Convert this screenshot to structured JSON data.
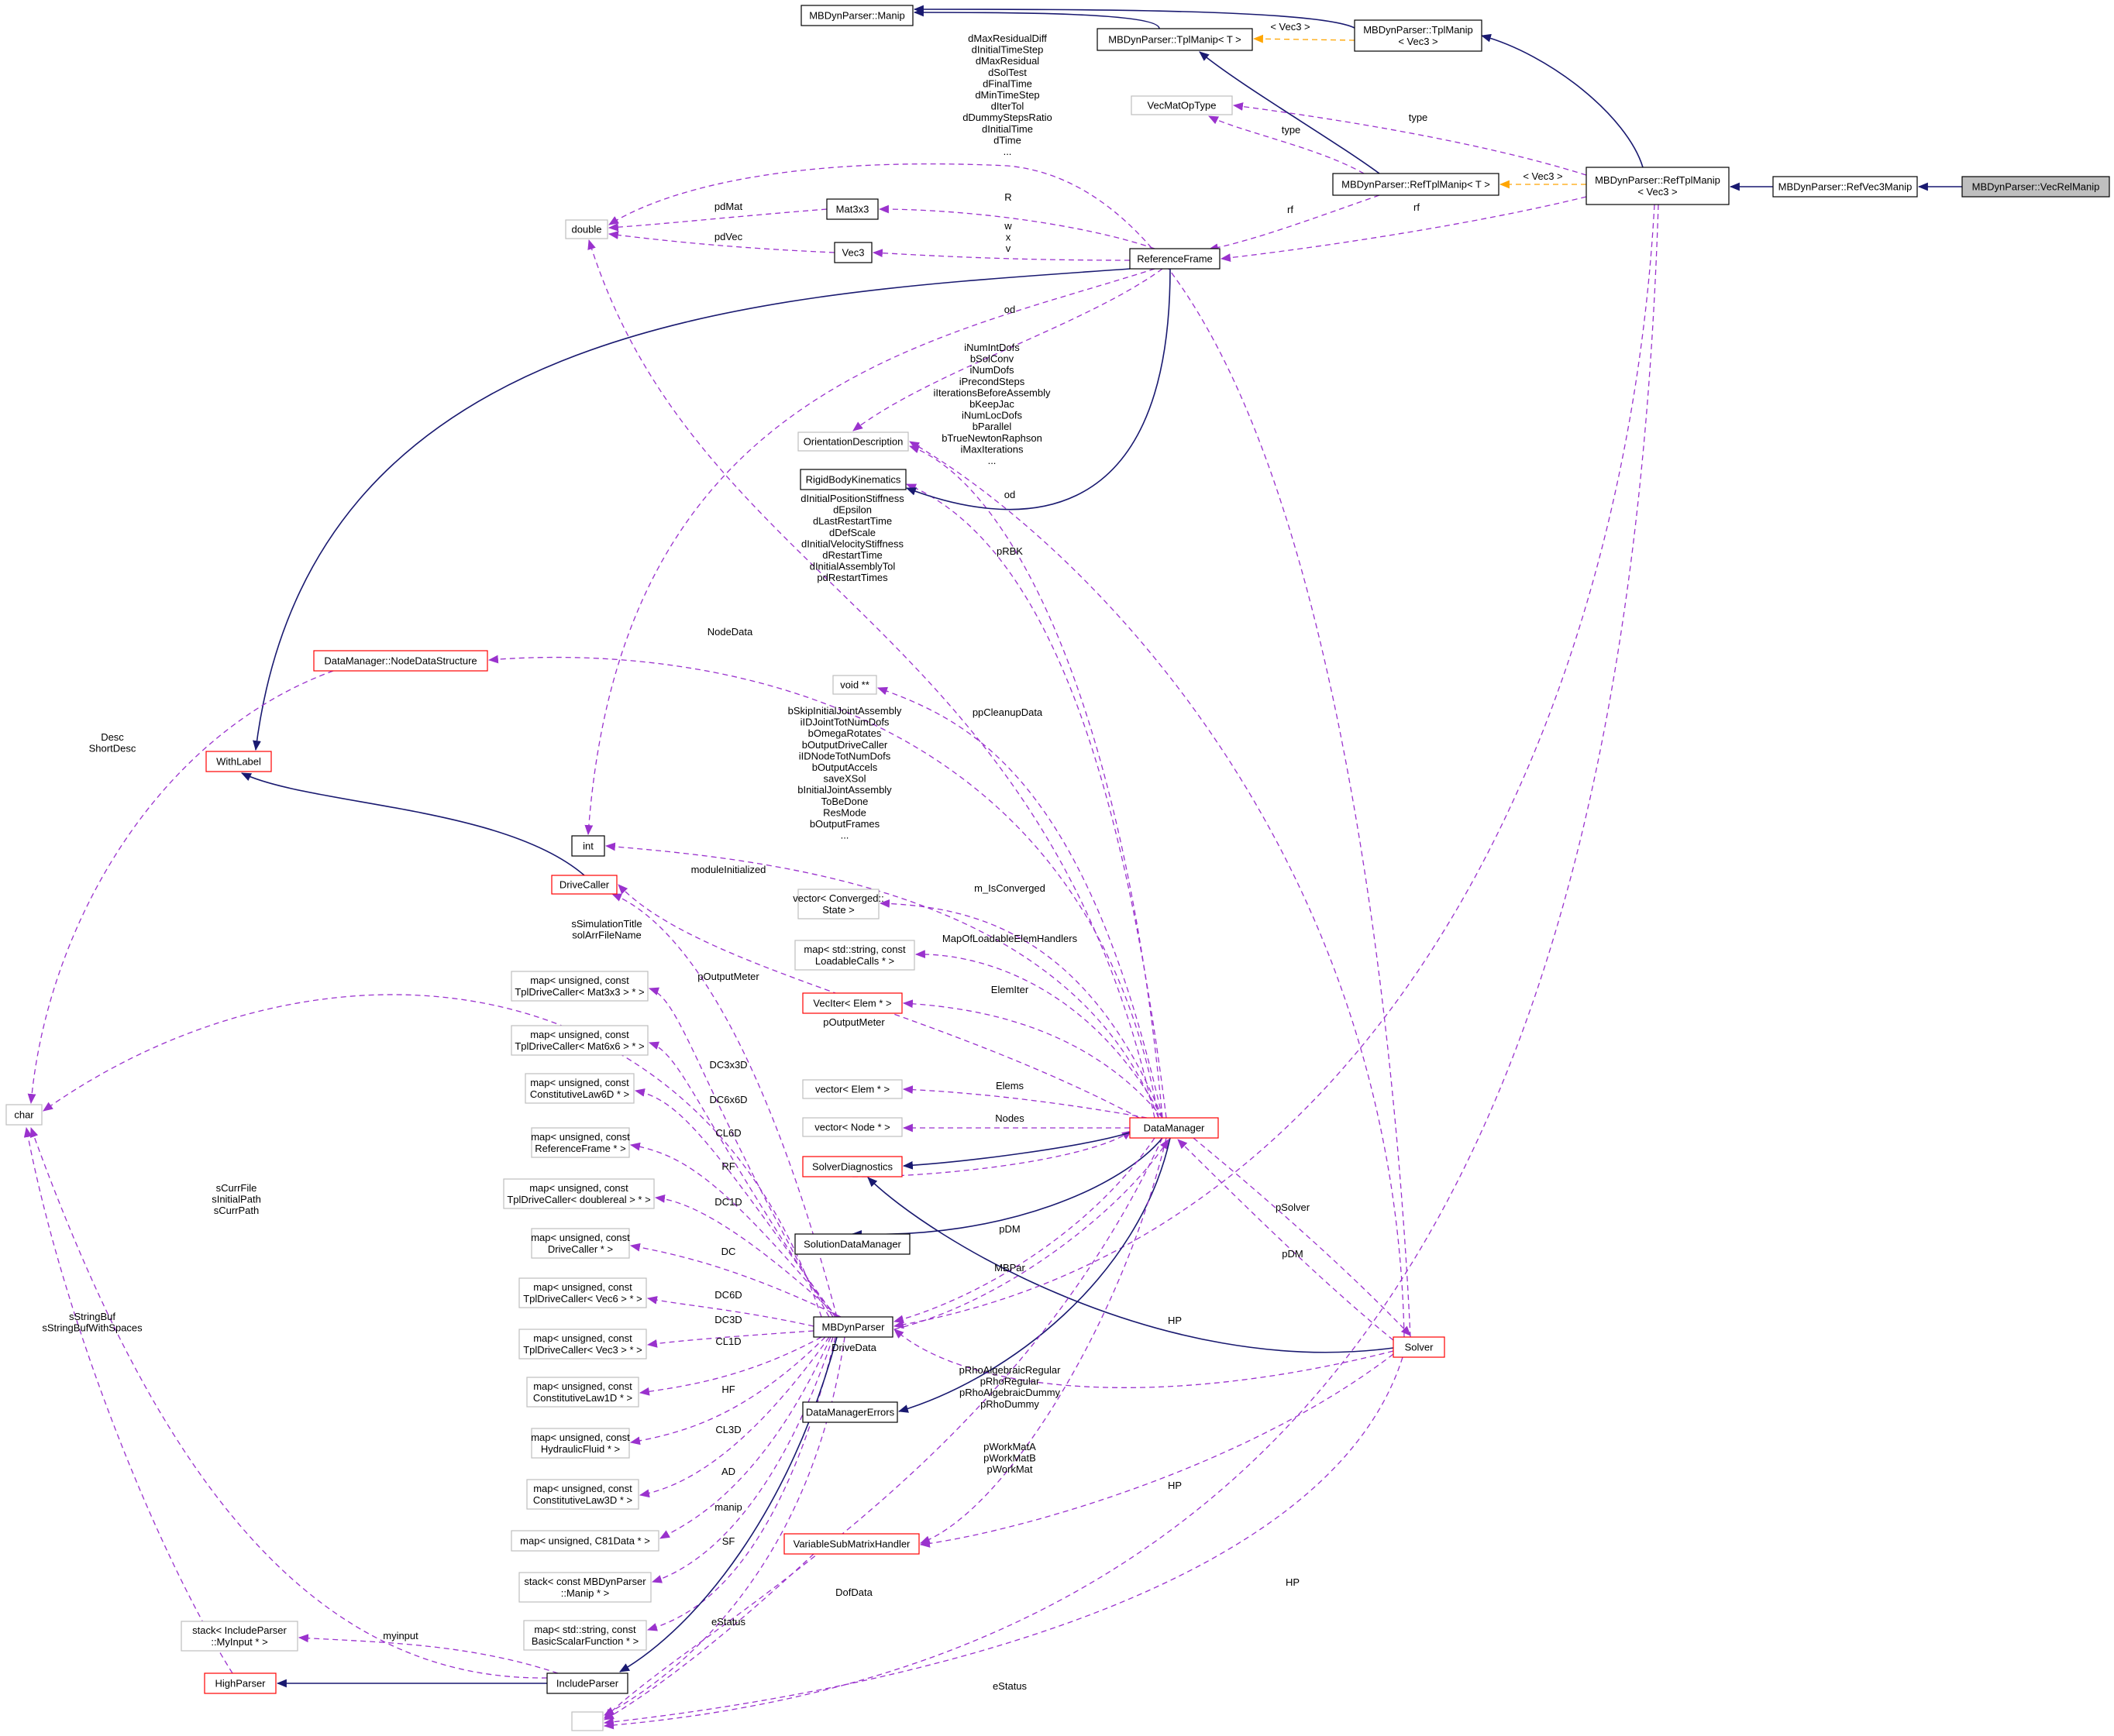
{
  "diagram": {
    "nodes": [
      {
        "id": "manip",
        "style": "black",
        "lines": [
          "MBDynParser::Manip"
        ]
      },
      {
        "id": "tplmanipT",
        "style": "black",
        "lines": [
          "MBDynParser::TplManip< T >"
        ]
      },
      {
        "id": "tplmanipVec3",
        "style": "black",
        "lines": [
          "MBDynParser::TplManip",
          "< Vec3 >"
        ]
      },
      {
        "id": "vecmatop",
        "style": "gray",
        "lines": [
          "VecMatOpType"
        ]
      },
      {
        "id": "reftplT",
        "style": "black",
        "lines": [
          "MBDynParser::RefTplManip< T >"
        ]
      },
      {
        "id": "reftplVec3",
        "style": "black",
        "lines": [
          "MBDynParser::RefTplManip",
          "< Vec3 >"
        ]
      },
      {
        "id": "refvec3",
        "style": "black",
        "lines": [
          "MBDynParser::RefVec3Manip"
        ]
      },
      {
        "id": "vecrel",
        "style": "active",
        "lines": [
          "MBDynParser::VecRelManip"
        ]
      },
      {
        "id": "double",
        "style": "gray",
        "lines": [
          "double"
        ]
      },
      {
        "id": "mat3x3",
        "style": "black",
        "lines": [
          "Mat3x3"
        ]
      },
      {
        "id": "vec3",
        "style": "black",
        "lines": [
          "Vec3"
        ]
      },
      {
        "id": "refframe",
        "style": "black",
        "lines": [
          "ReferenceFrame"
        ]
      },
      {
        "id": "orient",
        "style": "gray",
        "lines": [
          "OrientationDescription"
        ]
      },
      {
        "id": "rbk",
        "style": "black",
        "lines": [
          "RigidBodyKinematics"
        ]
      },
      {
        "id": "nds",
        "style": "red",
        "lines": [
          "DataManager::NodeDataStructure"
        ]
      },
      {
        "id": "withlabel",
        "style": "red",
        "lines": [
          "WithLabel"
        ]
      },
      {
        "id": "voidpp",
        "style": "gray",
        "lines": [
          "void **"
        ]
      },
      {
        "id": "int",
        "style": "black",
        "lines": [
          "int"
        ]
      },
      {
        "id": "drivecaller",
        "style": "red",
        "lines": [
          "DriveCaller"
        ]
      },
      {
        "id": "vecconv",
        "style": "gray",
        "lines": [
          "vector< Converged::",
          "State >"
        ]
      },
      {
        "id": "mapload",
        "style": "gray",
        "lines": [
          "map< std::string, const",
          "LoadableCalls * >"
        ]
      },
      {
        "id": "veciter",
        "style": "red",
        "lines": [
          "VecIter< Elem * >"
        ]
      },
      {
        "id": "vecelem",
        "style": "gray",
        "lines": [
          "vector< Elem * >"
        ]
      },
      {
        "id": "vecnode",
        "style": "gray",
        "lines": [
          "vector< Node * >"
        ]
      },
      {
        "id": "solverdiag",
        "style": "red",
        "lines": [
          "SolverDiagnostics"
        ]
      },
      {
        "id": "soldm",
        "style": "black",
        "lines": [
          "SolutionDataManager"
        ]
      },
      {
        "id": "datamanager",
        "style": "red",
        "lines": [
          "DataManager"
        ]
      },
      {
        "id": "char",
        "style": "gray",
        "lines": [
          "char"
        ]
      },
      {
        "id": "map_m3",
        "style": "gray",
        "lines": [
          "map< unsigned, const",
          "TplDriveCaller< Mat3x3 > * >"
        ]
      },
      {
        "id": "map_m6",
        "style": "gray",
        "lines": [
          "map< unsigned, const",
          "TplDriveCaller< Mat6x6 > * >"
        ]
      },
      {
        "id": "map_cl6",
        "style": "gray",
        "lines": [
          "map< unsigned, const",
          "ConstitutiveLaw6D * >"
        ]
      },
      {
        "id": "map_rf",
        "style": "gray",
        "lines": [
          "map< unsigned, const",
          "ReferenceFrame * >"
        ]
      },
      {
        "id": "map_dbl",
        "style": "gray",
        "lines": [
          "map< unsigned, const",
          "TplDriveCaller< doublereal > * >"
        ]
      },
      {
        "id": "map_dc",
        "style": "gray",
        "lines": [
          "map< unsigned, const",
          "DriveCaller * >"
        ]
      },
      {
        "id": "map_v6",
        "style": "gray",
        "lines": [
          "map< unsigned, const",
          "TplDriveCaller< Vec6 > * >"
        ]
      },
      {
        "id": "map_v3",
        "style": "gray",
        "lines": [
          "map< unsigned, const",
          "TplDriveCaller< Vec3 > * >"
        ]
      },
      {
        "id": "map_cl1",
        "style": "gray",
        "lines": [
          "map< unsigned, const",
          "ConstitutiveLaw1D * >"
        ]
      },
      {
        "id": "map_hf",
        "style": "gray",
        "lines": [
          "map< unsigned, const",
          "HydraulicFluid * >"
        ]
      },
      {
        "id": "map_cl3",
        "style": "gray",
        "lines": [
          "map< unsigned, const",
          "ConstitutiveLaw3D * >"
        ]
      },
      {
        "id": "map_c81",
        "style": "gray",
        "lines": [
          "map< unsigned, C81Data * >"
        ]
      },
      {
        "id": "stack_mbd",
        "style": "gray",
        "lines": [
          "stack< const MBDynParser",
          "::Manip * >"
        ]
      },
      {
        "id": "map_bsf",
        "style": "gray",
        "lines": [
          "map< std::string, const",
          "BasicScalarFunction * >"
        ]
      },
      {
        "id": "stack_inc",
        "style": "gray",
        "lines": [
          "stack< IncludeParser",
          "::MyInput * >"
        ]
      },
      {
        "id": "highparser",
        "style": "red",
        "lines": [
          "HighParser"
        ]
      },
      {
        "id": "includeparser",
        "style": "black",
        "lines": [
          "IncludeParser"
        ]
      },
      {
        "id": "mbdynparser",
        "style": "black",
        "lines": [
          "MBDynParser"
        ]
      },
      {
        "id": "dmerrors",
        "style": "black",
        "lines": [
          "DataManagerErrors"
        ]
      },
      {
        "id": "varsub",
        "style": "red",
        "lines": [
          "VariableSubMatrixHandler"
        ]
      },
      {
        "id": "solver",
        "style": "red",
        "lines": [
          "Solver"
        ]
      },
      {
        "id": "blank",
        "style": "gray",
        "lines": [
          ""
        ]
      }
    ],
    "labels": [
      {
        "id": "l_vec3_a",
        "lines": [
          "< Vec3 >"
        ]
      },
      {
        "id": "l_vec3_b",
        "lines": [
          "< Vec3 >"
        ]
      },
      {
        "id": "l_type_a",
        "lines": [
          "type"
        ]
      },
      {
        "id": "l_type_b",
        "lines": [
          "type"
        ]
      },
      {
        "id": "l_rf_a",
        "lines": [
          "rf"
        ]
      },
      {
        "id": "l_rf_b",
        "lines": [
          "rf"
        ]
      },
      {
        "id": "l_solver_dbl",
        "lines": [
          "dMaxResidualDiff",
          "dInitialTimeStep",
          "dMaxResidual",
          "dSolTest",
          "dFinalTime",
          "dMinTimeStep",
          "dIterTol",
          "dDummyStepsRatio",
          "dInitialTime",
          "dTime",
          "..."
        ]
      },
      {
        "id": "l_pdmat",
        "lines": [
          "pdMat"
        ]
      },
      {
        "id": "l_pdvec",
        "lines": [
          "pdVec"
        ]
      },
      {
        "id": "l_R",
        "lines": [
          "R"
        ]
      },
      {
        "id": "l_wxv",
        "lines": [
          "w",
          "x",
          "v"
        ]
      },
      {
        "id": "l_od_a",
        "lines": [
          "od"
        ]
      },
      {
        "id": "l_od_b",
        "lines": [
          "od"
        ]
      },
      {
        "id": "l_solver_int",
        "lines": [
          "iNumIntDofs",
          "bSolConv",
          "iNumDofs",
          "iPrecondSteps",
          "iIterationsBeforeAssembly",
          "bKeepJac",
          "iNumLocDofs",
          "bParallel",
          "bTrueNewtonRaphson",
          "iMaxIterations",
          "..."
        ]
      },
      {
        "id": "l_dm_dbl",
        "lines": [
          "dInitialPositionStiffness",
          "dEpsilon",
          "dLastRestartTime",
          "dDefScale",
          "dInitialVelocityStiffness",
          "dRestartTime",
          "dInitialAssemblyTol",
          "pdRestartTimes"
        ]
      },
      {
        "id": "l_prbk",
        "lines": [
          "pRBK"
        ]
      },
      {
        "id": "l_nodedata",
        "lines": [
          "NodeData"
        ]
      },
      {
        "id": "l_desc",
        "lines": [
          "Desc",
          "ShortDesc"
        ]
      },
      {
        "id": "l_ppclean",
        "lines": [
          "ppCleanupData"
        ]
      },
      {
        "id": "l_dm_int",
        "lines": [
          "bSkipInitialJointAssembly",
          "iIDJointTotNumDofs",
          "bOmegaRotates",
          "bOutputDriveCaller",
          "iIDNodeTotNumDofs",
          "bOutputAccels",
          "saveXSol",
          "bInitialJointAssembly",
          "ToBeDone",
          "ResMode",
          "bOutputFrames",
          "..."
        ]
      },
      {
        "id": "l_modinit",
        "lines": [
          "moduleInitialized"
        ]
      },
      {
        "id": "l_isconv",
        "lines": [
          "m_IsConverged"
        ]
      },
      {
        "id": "l_simtitle",
        "lines": [
          "sSimulationTitle",
          "solArrFileName"
        ]
      },
      {
        "id": "l_mapload",
        "lines": [
          "MapOfLoadableElemHandlers"
        ]
      },
      {
        "id": "l_poutmeter_a",
        "lines": [
          "pOutputMeter"
        ]
      },
      {
        "id": "l_elemiter",
        "lines": [
          "ElemIter"
        ]
      },
      {
        "id": "l_poutmeter_b",
        "lines": [
          "pOutputMeter"
        ]
      },
      {
        "id": "l_elems",
        "lines": [
          "Elems"
        ]
      },
      {
        "id": "l_dc3x3d",
        "lines": [
          "DC3x3D"
        ]
      },
      {
        "id": "l_nodes",
        "lines": [
          "Nodes"
        ]
      },
      {
        "id": "l_dc6x6d",
        "lines": [
          "DC6x6D"
        ]
      },
      {
        "id": "l_cl6d",
        "lines": [
          "CL6D"
        ]
      },
      {
        "id": "l_rf",
        "lines": [
          "RF"
        ]
      },
      {
        "id": "l_dc1d",
        "lines": [
          "DC1D"
        ]
      },
      {
        "id": "l_psolver",
        "lines": [
          "pSolver"
        ]
      },
      {
        "id": "l_curfile",
        "lines": [
          "sCurrFile",
          "sInitialPath",
          "sCurrPath"
        ]
      },
      {
        "id": "l_dc",
        "lines": [
          "DC"
        ]
      },
      {
        "id": "l_pdm_a",
        "lines": [
          "pDM"
        ]
      },
      {
        "id": "l_pdm_b",
        "lines": [
          "pDM"
        ]
      },
      {
        "id": "l_mbpar",
        "lines": [
          "MBPar"
        ]
      },
      {
        "id": "l_strbuf",
        "lines": [
          "sStringBuf",
          "sStringBufWithSpaces"
        ]
      },
      {
        "id": "l_dc6d",
        "lines": [
          "DC6D"
        ]
      },
      {
        "id": "l_hp_a",
        "lines": [
          "HP"
        ]
      },
      {
        "id": "l_dc3d",
        "lines": [
          "DC3D"
        ]
      },
      {
        "id": "l_drivedata",
        "lines": [
          "DriveData"
        ]
      },
      {
        "id": "l_cl1d",
        "lines": [
          "CL1D"
        ]
      },
      {
        "id": "l_prho",
        "lines": [
          "pRhoAlgebraicRegular",
          "pRhoRegular",
          "pRhoAlgebraicDummy",
          "pRhoDummy"
        ]
      },
      {
        "id": "l_hf",
        "lines": [
          "HF"
        ]
      },
      {
        "id": "l_cl3d",
        "lines": [
          "CL3D"
        ]
      },
      {
        "id": "l_pwork",
        "lines": [
          "pWorkMatA",
          "pWorkMatB",
          "pWorkMat"
        ]
      },
      {
        "id": "l_ad",
        "lines": [
          "AD"
        ]
      },
      {
        "id": "l_hp_b",
        "lines": [
          "HP"
        ]
      },
      {
        "id": "l_manip",
        "lines": [
          "manip"
        ]
      },
      {
        "id": "l_sf",
        "lines": [
          "SF"
        ]
      },
      {
        "id": "l_dofdata",
        "lines": [
          "DofData"
        ]
      },
      {
        "id": "l_hp_c",
        "lines": [
          "HP"
        ]
      },
      {
        "id": "l_myinput",
        "lines": [
          "myinput"
        ]
      },
      {
        "id": "l_estatus_a",
        "lines": [
          "eStatus"
        ]
      },
      {
        "id": "l_estatus_b",
        "lines": [
          "eStatus"
        ]
      }
    ]
  },
  "colors": {
    "inheritance_edge": "#191970",
    "usage_edge": "#9a32cd",
    "template_edge": "#ffa500",
    "documented_border": "#000000",
    "incomplete_border": "#ff0000",
    "undocumented_border": "#bfbfbf",
    "active_fill": "#bfbfbf"
  }
}
